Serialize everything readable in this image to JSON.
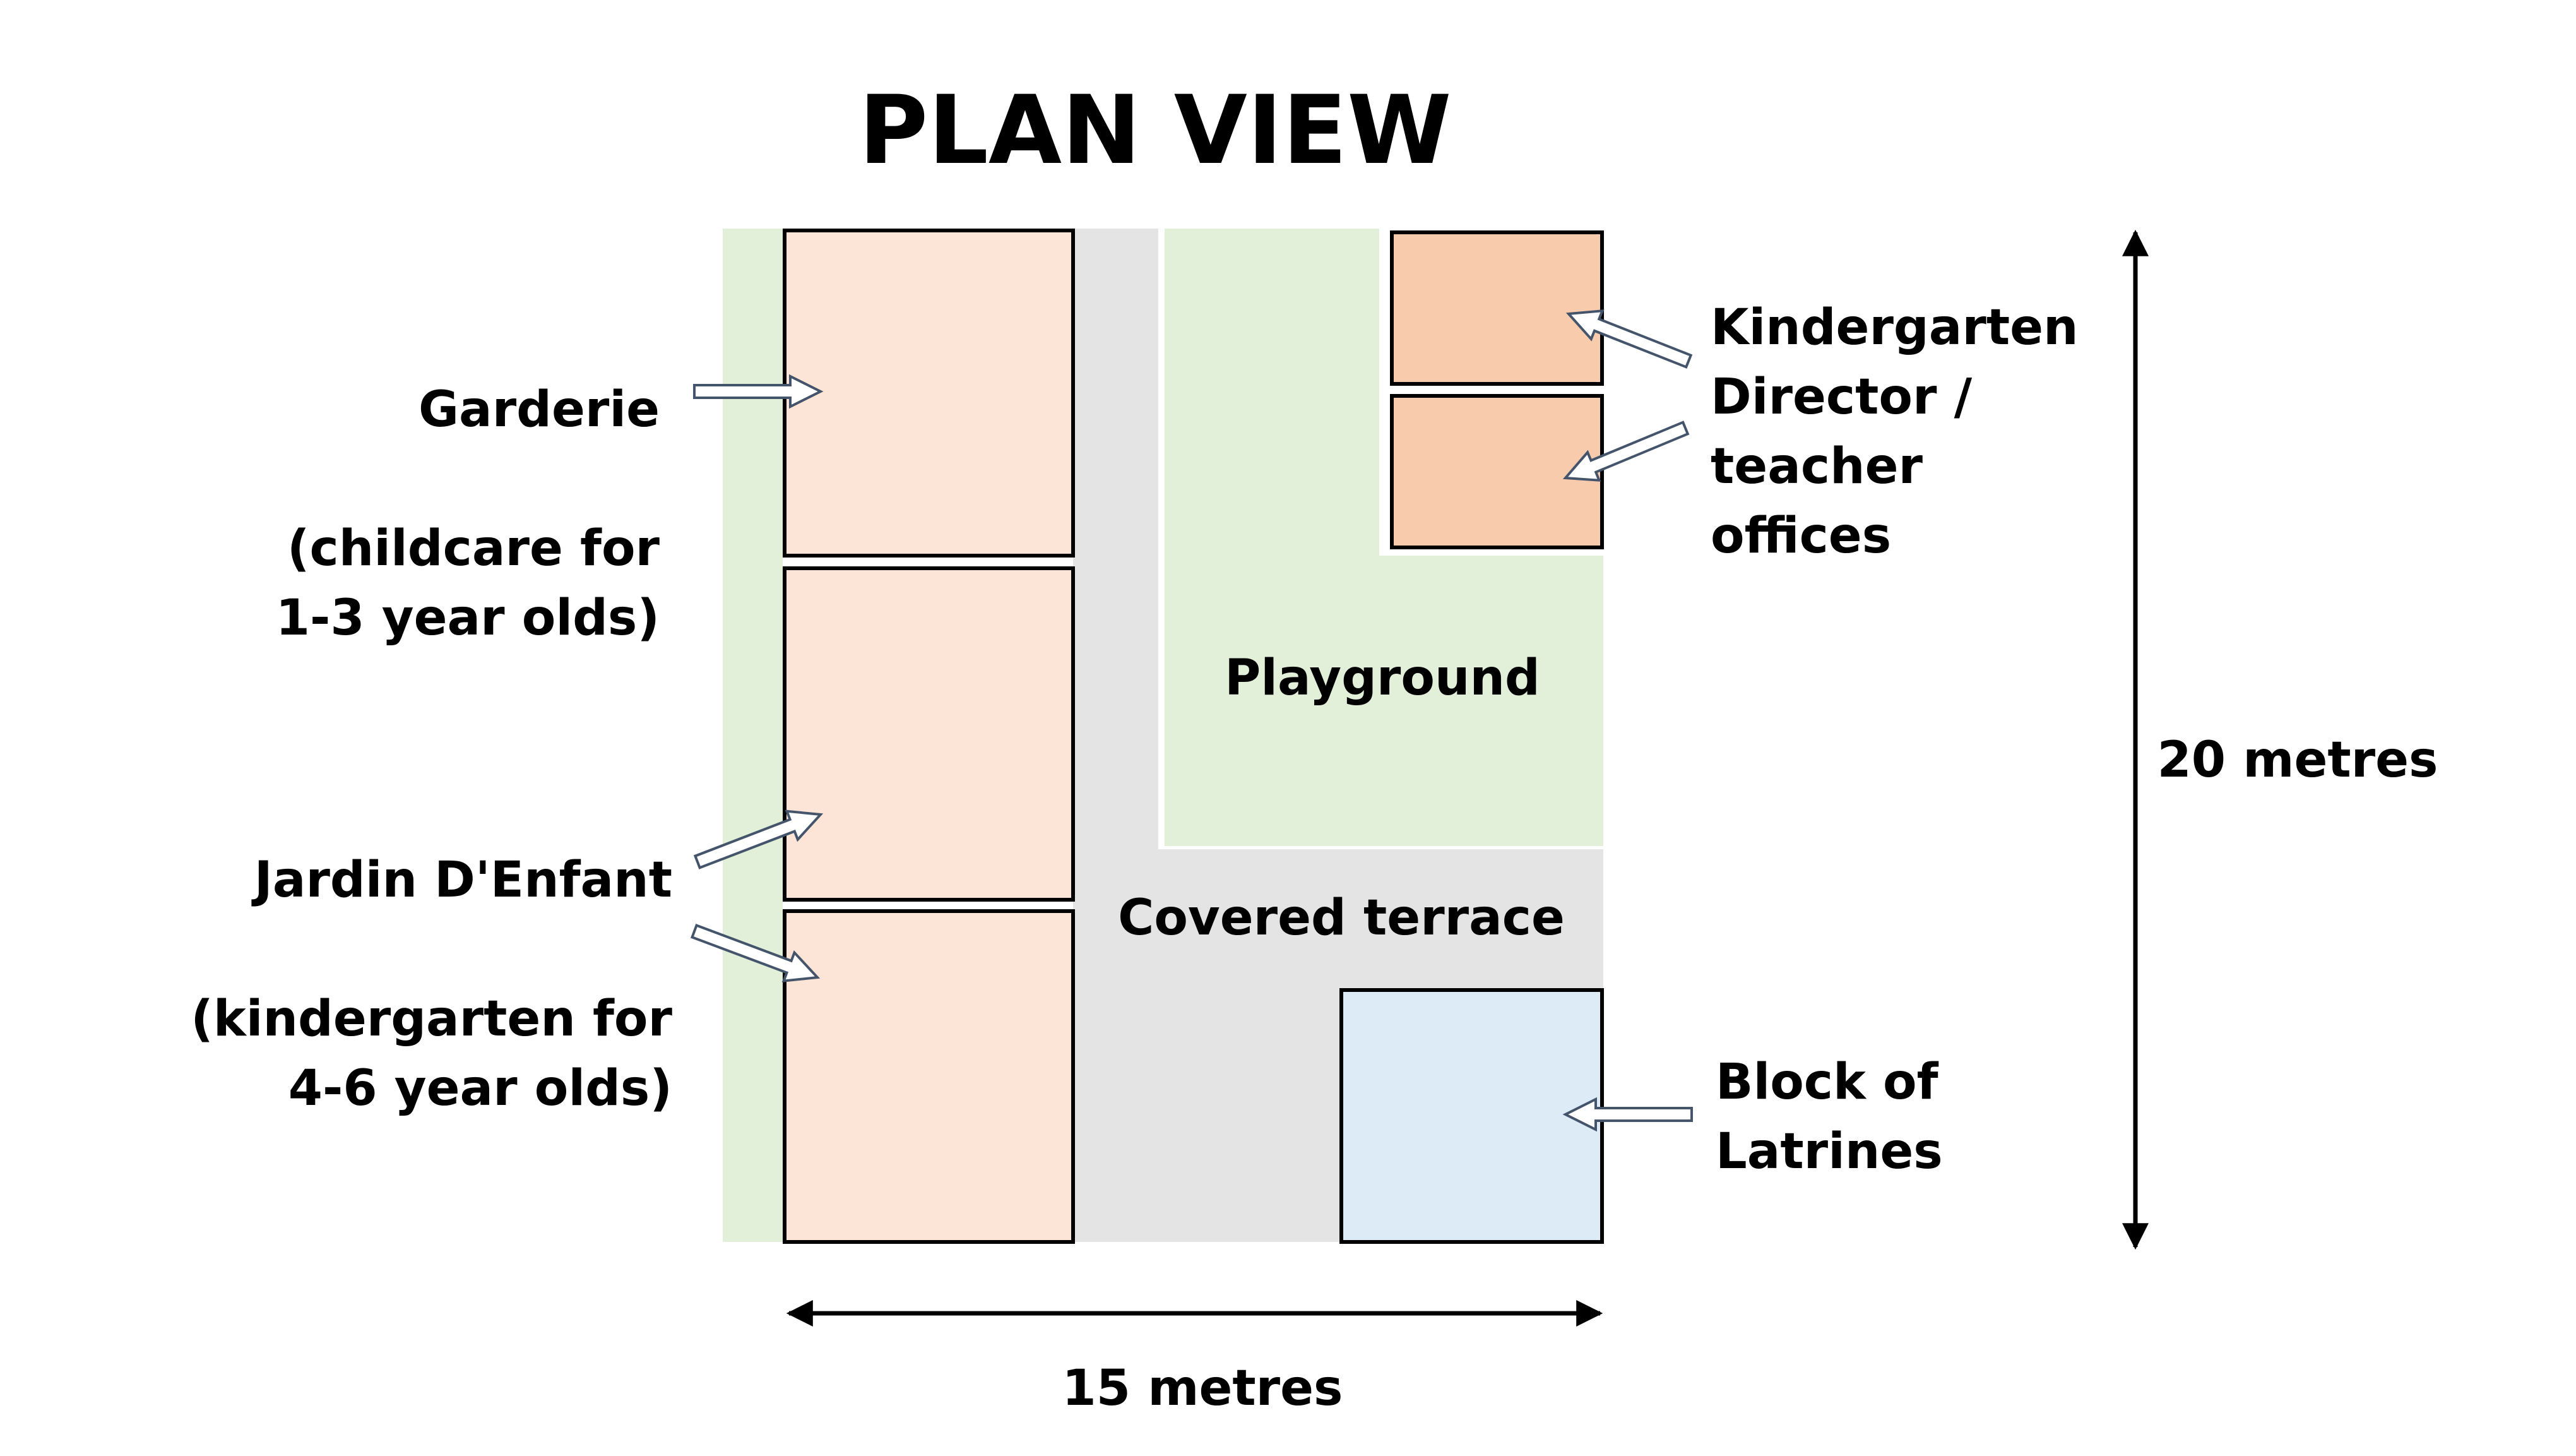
{
  "title": "PLAN VIEW",
  "labels": {
    "garderie": "Garderie",
    "garderie_desc_1": "(childcare for",
    "garderie_desc_2": "1-3 year olds)",
    "jardin": "Jardin D'Enfant",
    "jardin_desc_1": "(kindergarten for",
    "jardin_desc_2": "4-6 year olds)",
    "offices_1": "Kindergarten",
    "offices_2": "Director /",
    "offices_3": "teacher",
    "offices_4": "offices",
    "playground": "Playground",
    "covered_terrace": "Covered terrace",
    "latrines_1": "Block of",
    "latrines_2": "Latrines"
  },
  "dimensions": {
    "width_label": "15 metres",
    "height_label": "20 metres"
  },
  "colors": {
    "green_area": "#e2efd9",
    "grey_area": "#e4e4e4",
    "classroom": "#fce4d6",
    "office": "#f8cbad",
    "latrines": "#ddebf7",
    "outline": "#000000",
    "arrow_stroke": "#44546a"
  }
}
